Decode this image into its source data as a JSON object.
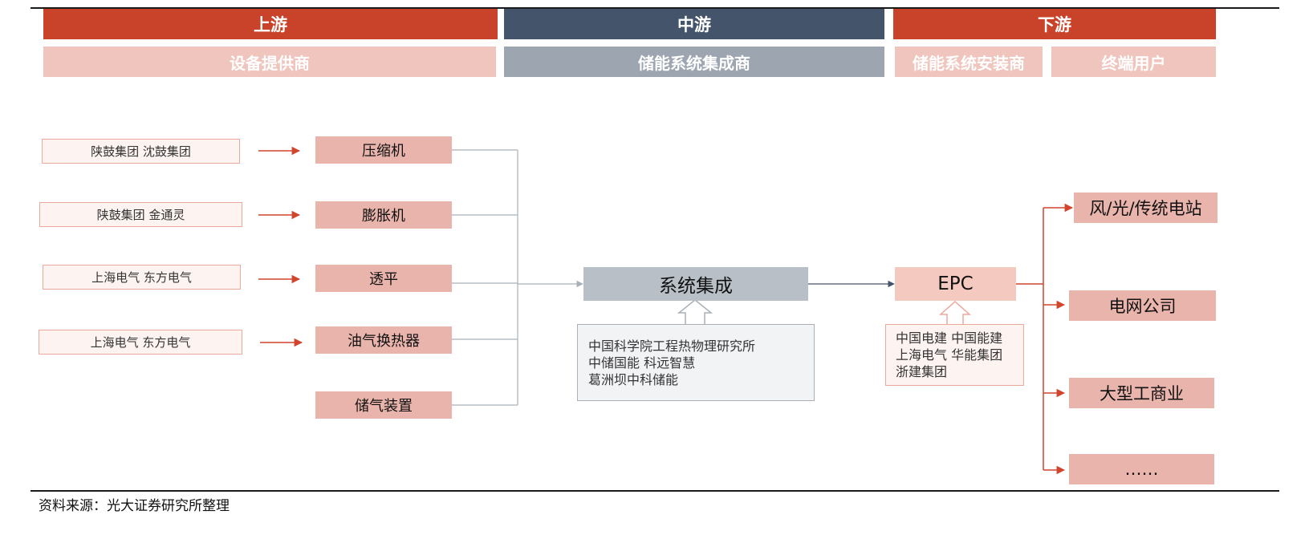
{
  "headers": {
    "upstream": "上游",
    "midstream": "中游",
    "downstream": "下游"
  },
  "subheaders": {
    "upstream": "设备提供商",
    "midstream": "储能系统集成商",
    "installer": "储能系统安装商",
    "end_user": "终端用户"
  },
  "suppliers": [
    "陕鼓集团 沈鼓集团",
    "陕鼓集团 金通灵",
    "上海电气 东方电气",
    "上海电气 东方电气"
  ],
  "components": [
    "压缩机",
    "膨胀机",
    "透平",
    "油气换热器",
    "储气装置"
  ],
  "integration": {
    "label": "系统集成",
    "companies": [
      "中国科学院工程热物理研究所",
      "中储国能 科远智慧",
      "葛洲坝中科储能"
    ]
  },
  "epc": {
    "label": "EPC",
    "companies": [
      "中国电建 中国能建",
      "上海电气 华能集团",
      "浙建集团"
    ]
  },
  "end_users": [
    "风/光/传统电站",
    "电网公司",
    "大型工商业",
    "……"
  ],
  "source": "资料来源：光大证券研究所整理",
  "colors": {
    "upstream": "#c8432a",
    "midstream": "#44546a",
    "upstream_sub": "#efc5bd",
    "midstream_sub": "#9da5b0",
    "arrow_red": "#d0452b",
    "line_gray": "#a9b0b8"
  }
}
